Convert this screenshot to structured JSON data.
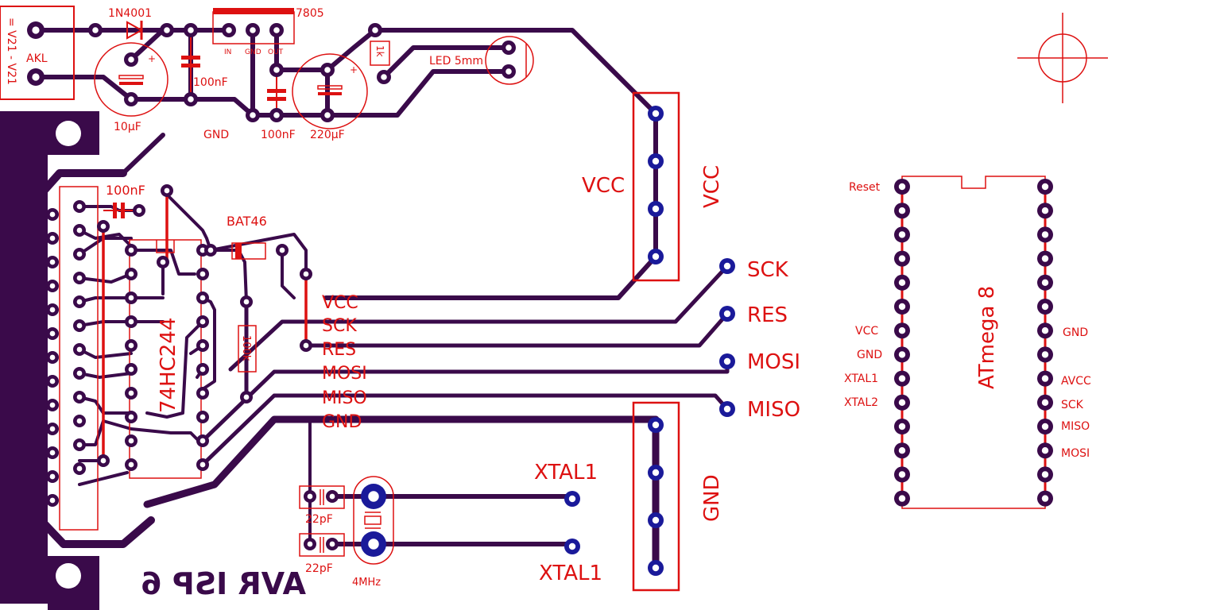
{
  "colors": {
    "background": "#ffffff",
    "trace": "#3a0a4a",
    "silkscreen": "#dd1111",
    "pad_fill": "#1a1a9a",
    "pad_ring": "#3a0a4a"
  },
  "board": {
    "mirrored_title": "AVR ISP 6",
    "supply_connector": {
      "name": "AKL",
      "voltage_note": "= V21 - V21"
    },
    "input_diode": "1N4001",
    "regulator": {
      "name": "7805",
      "pins": [
        "IN",
        "GND",
        "OUT"
      ]
    },
    "ground_label": "GND",
    "capacitors": {
      "c_in_electrolytic": "10µF",
      "c_in_ceramic": "100nF",
      "c_out_ceramic": "100nF",
      "c_out_electrolytic": "220µF",
      "c_buffer": "100nF",
      "c_xtal1": "22pF",
      "c_xtal2": "22pF"
    },
    "resistor_led": "1k",
    "led": "LED 5mm",
    "schottky": "BAT46",
    "pullup_resistor": "100k",
    "buffer_ic": "74HC244",
    "crystal": "4MHz"
  },
  "bus_labels": [
    "VCC",
    "SCK",
    "RES",
    "MOSI",
    "MISO",
    "GND"
  ],
  "terminals": [
    "SCK",
    "RES",
    "MOSI",
    "MISO"
  ],
  "headers": {
    "vcc_header_inner": "VCC",
    "vcc_header_outer": "VCC",
    "gnd_header": "GND"
  },
  "xtal_outputs": [
    "XTAL1",
    "XTAL1"
  ],
  "atmega": {
    "name": "ATmega 8",
    "reset_label": "Reset",
    "left_labels": [
      "VCC",
      "GND",
      "XTAL1",
      "XTAL2"
    ],
    "right_labels": [
      "GND",
      "AVCC",
      "SCK",
      "MISO",
      "MOSI"
    ]
  }
}
